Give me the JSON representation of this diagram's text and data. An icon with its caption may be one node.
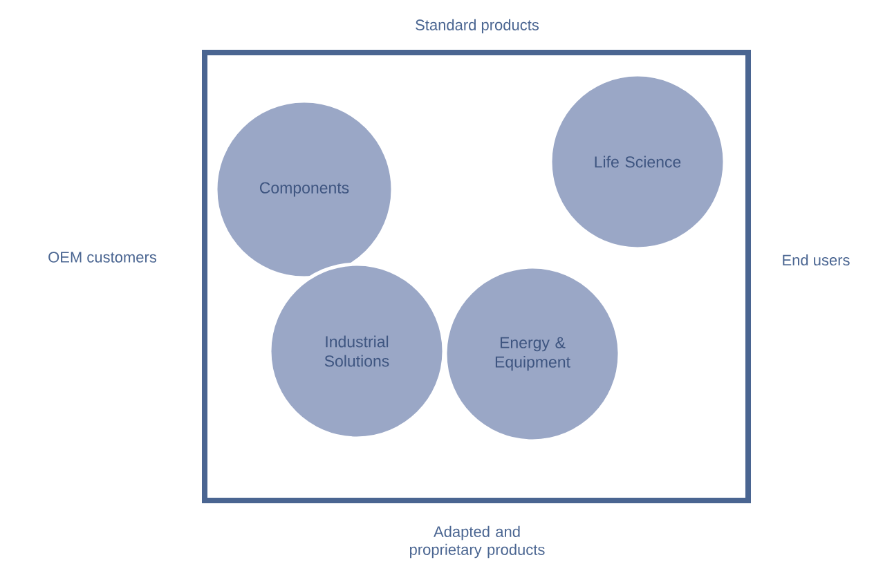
{
  "diagram": {
    "nodes": [
      {
        "text": [],
        "shape": "box"
      },
      {
        "text": [
          "Components"
        ],
        "in": 0
      },
      {
        "text": [
          "Life Science"
        ],
        "in": 0
      },
      {
        "text": [
          "Industrial Solutions"
        ],
        "in": 0
      },
      {
        "text": [
          "Energy & Equipment"
        ],
        "in": 0
      }
    ],
    "labels": [
      "Standard products",
      "OEM customers",
      "End users",
      "Adapted and proprietary products"
    ]
  }
}
